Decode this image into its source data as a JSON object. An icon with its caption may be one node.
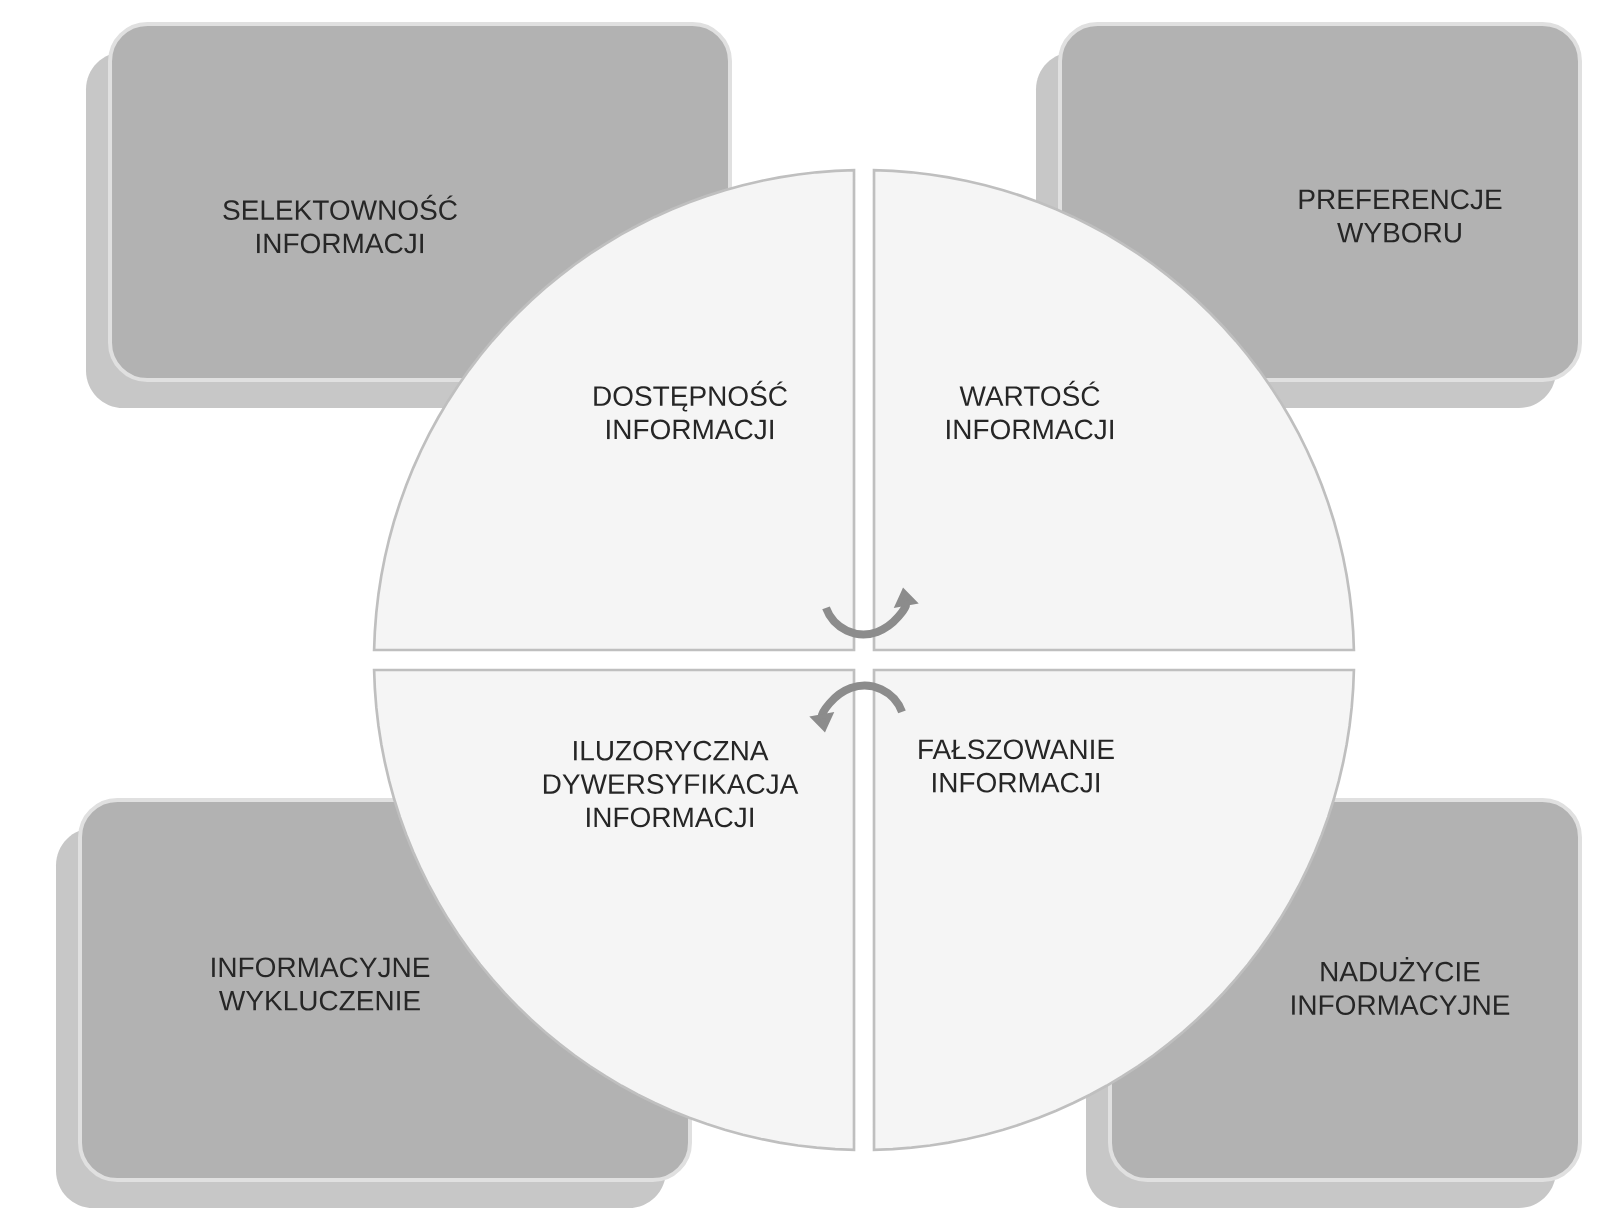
{
  "diagram": {
    "nodes": [
      {
        "text": [
          "SELEKTOWNOŚĆ INFORMACJI"
        ]
      },
      {
        "text": [
          "PREFERENCJE WYBORU"
        ]
      },
      {
        "text": [
          "DOSTĘPNOŚĆ INFORMACJI"
        ]
      },
      {
        "text": [
          "WARTOŚĆ INFORMACJI"
        ]
      },
      {
        "text": [
          "ILUZORYCZNA DYWERSYFIKACJA INFORMACJI"
        ]
      },
      {
        "text": [
          "FAŁSZOWANIE INFORMACJI"
        ]
      },
      {
        "text": [
          "INFORMACYJNE WYKLUCZENIE"
        ]
      },
      {
        "text": [
          "NADUŻYCIE INFORMACYJNE"
        ]
      }
    ],
    "edges": [
      {
        "from": 2,
        "to": 3,
        "arrow": "to"
      },
      {
        "from": 5,
        "to": 4,
        "arrow": "to"
      }
    ]
  }
}
